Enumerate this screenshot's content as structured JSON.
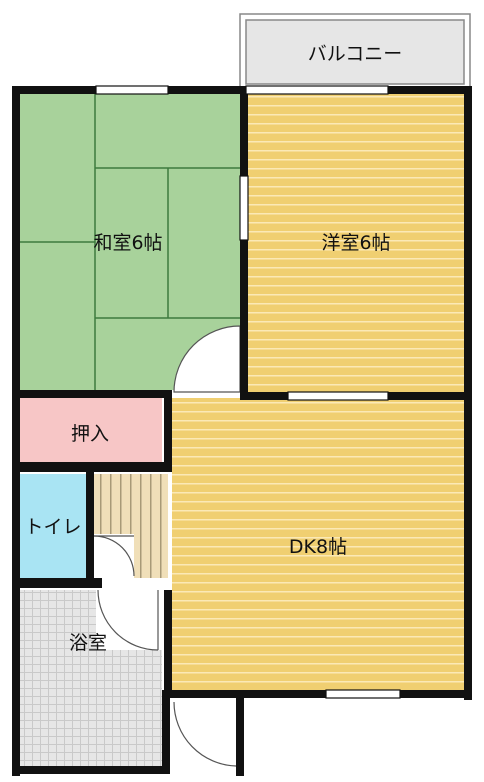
{
  "floor_plan": {
    "rooms": {
      "balcony": "バルコニー",
      "washitsu": "和室6帖",
      "youshitsu": "洋室6帖",
      "oshiire": "押入",
      "toilet": "トイレ",
      "dk": "DK8帖",
      "bathroom": "浴室"
    },
    "colors": {
      "tatami": "#a8d29b",
      "tatami_line": "#3e7a3e",
      "wood": "#f0cf71",
      "wood_line": "#fbe9b6",
      "closet": "#f7c6c6",
      "toilet": "#a9e4f3",
      "bath": "#e6e6e6",
      "balcony": "#e6e6e6",
      "stairs": "#f0dfb8",
      "wall": "#111111"
    }
  }
}
